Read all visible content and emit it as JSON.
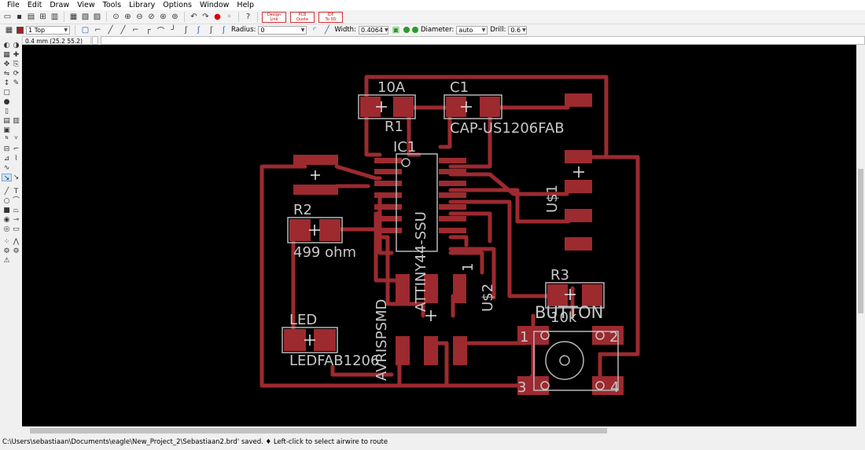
{
  "menu": [
    "File",
    "Edit",
    "Draw",
    "View",
    "Tools",
    "Library",
    "Options",
    "Window",
    "Help"
  ],
  "menu_underline": [
    "F",
    "E",
    "D",
    "V",
    "T",
    "L",
    "O",
    "W",
    "H"
  ],
  "toolbar_badges": [
    {
      "line1": "Design",
      "line2": "Link"
    },
    {
      "line1": "PCB",
      "line2": "Quote"
    },
    {
      "line1": "IDF",
      "line2": "To 3D"
    }
  ],
  "options": {
    "layer": "1 Top",
    "radius_label": "Radius:",
    "radius_value": "0",
    "width_label": "Width:",
    "width_value": "0.4064",
    "diameter_label": "Diameter:",
    "diameter_value": "auto",
    "drill_label": "Drill:",
    "drill_value": "0.6"
  },
  "coords": "0.4 mm (25.2 55.2)",
  "status": "C:\\Users\\sebastiaan\\Documents\\eagle\\New_Project_2\\Sebastiaan2.brd' saved.  ♦ Left-click to select airwire to route",
  "board": {
    "labels": {
      "r1_value": "10A",
      "r1_name": "R1",
      "c1_name": "C1",
      "c1_value": "CAP-US1206FAB",
      "ic1_name": "IC1",
      "ic1_value": "ATTINY44-SSU",
      "us1": "U$1",
      "r2_name": "R2",
      "r2_value": "499 ohm",
      "us2_pin": "1",
      "us2": "U$2",
      "avr": "AVRISPSMD",
      "r3_name": "R3",
      "r3_value": "10k",
      "button": "BUTTON",
      "led_name": "LED",
      "led_value": "LEDFAB1206",
      "btn_pin1": "1",
      "btn_pin2": "2",
      "btn_pin3": "3",
      "btn_pin4": "4"
    }
  },
  "colors": {
    "canvas": "#000000",
    "copper": "#9c2a2f",
    "silk": "#c8c8c8"
  }
}
